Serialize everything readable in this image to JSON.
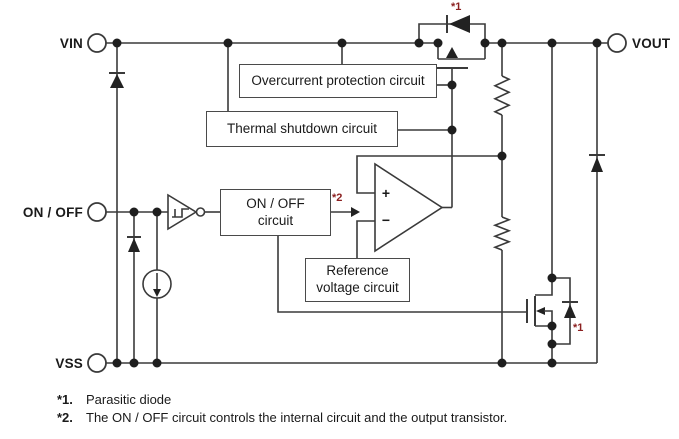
{
  "diagram": {
    "title_hint": "LDO regulator internal block diagram",
    "pins": {
      "vin": "VIN",
      "vout": "VOUT",
      "on_off": "ON / OFF",
      "vss": "VSS"
    },
    "blocks": {
      "overcurrent": "Overcurrent protection circuit",
      "thermal": "Thermal shutdown circuit",
      "onoff_line1": "ON / OFF",
      "onoff_line2": "circuit",
      "reference_line1": "Reference",
      "reference_line2": "voltage circuit"
    },
    "opamp": {
      "plus": "+",
      "minus": "−"
    },
    "annotations": {
      "note1_top": "*1",
      "note2_arrow": "*2",
      "note1_bottom": "*1"
    },
    "footnotes": [
      {
        "marker": "*1.",
        "text": "Parasitic diode"
      },
      {
        "marker": "*2.",
        "text": "The ON / OFF circuit controls the internal circuit and the output transistor."
      }
    ],
    "colors": {
      "line": "#3a3a3a",
      "box_border": "#4a4a4a",
      "text": "#1a1a1a",
      "note_red": "#8b2020",
      "background": "#ffffff"
    }
  }
}
